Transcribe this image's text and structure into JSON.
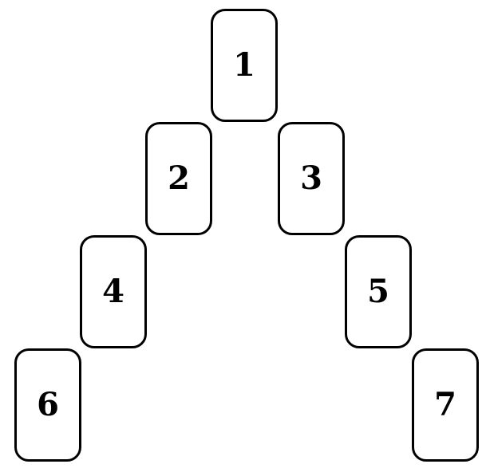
{
  "cards": [
    {
      "label": "1"
    },
    {
      "label": "2"
    },
    {
      "label": "3"
    },
    {
      "label": "4"
    },
    {
      "label": "5"
    },
    {
      "label": "6"
    },
    {
      "label": "7"
    }
  ],
  "colors": {
    "border": "#000000",
    "text": "#000000",
    "background": "#ffffff"
  }
}
